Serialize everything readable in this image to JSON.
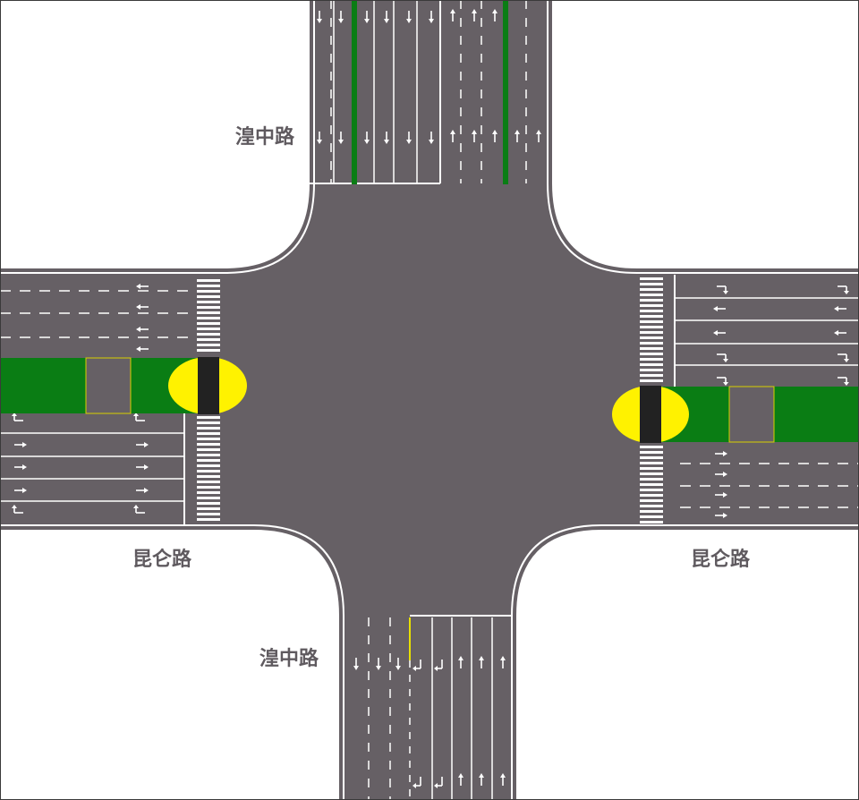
{
  "roads": {
    "north_label": "湟中路",
    "south_label": "湟中路",
    "west_label": "昆仑路",
    "east_label": "昆仑路"
  },
  "colors": {
    "road": "#666065",
    "median": "#0a7d14",
    "island": "#fff200",
    "island_core": "#222222",
    "marking": "#ffffff",
    "label": "#5f5a5f"
  },
  "icons": [
    "lane-arrow-icon",
    "zebra-crossing",
    "median-strip",
    "refuge-island"
  ]
}
